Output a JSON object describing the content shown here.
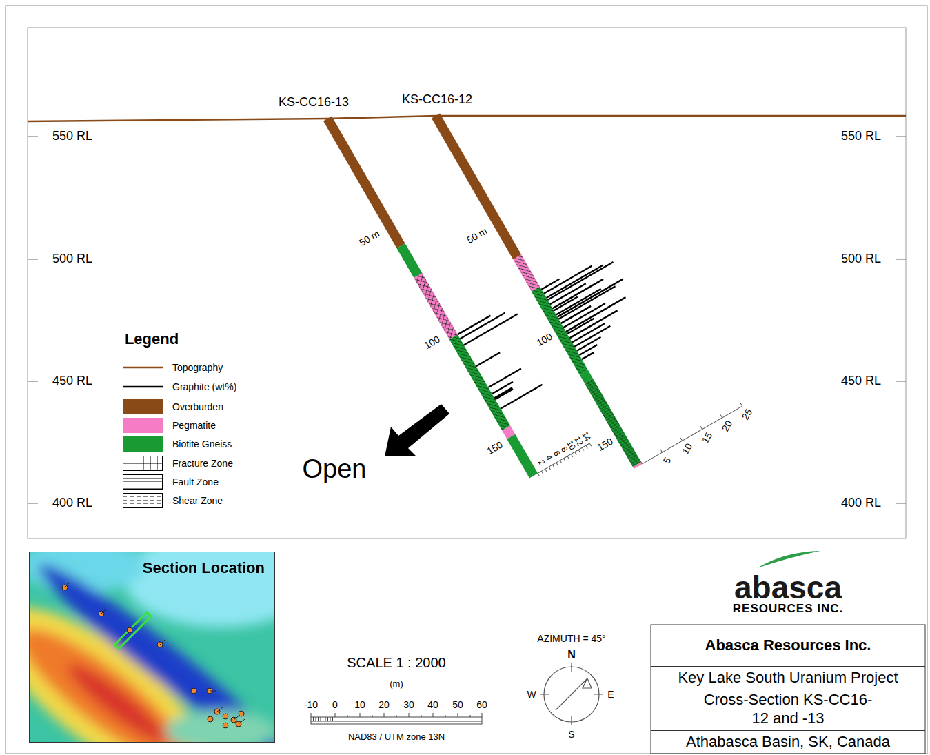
{
  "diagram": {
    "nodes": [
      {
        "text": [
          "Section Location"
        ]
      },
      {
        "text": [
          "Abasca Resources Inc."
        ]
      },
      {
        "text": [
          "Key Lake South Uranium Project"
        ]
      },
      {
        "text": [
          "Cross-Section KS-CC16-12 and -13"
        ]
      },
      {
        "text": [
          "Athabasca Basin, SK, Canada"
        ]
      }
    ],
    "labels": [
      "KS-CC16-13",
      "KS-CC16-12",
      "550 RL",
      "500 RL",
      "450 RL",
      "400 RL",
      "550 RL",
      "500 RL",
      "450 RL",
      "400 RL",
      "50 m",
      "100",
      "150",
      "50 m",
      "100",
      "150",
      "2",
      "4",
      "6",
      "8",
      "10",
      "12",
      "14",
      "5",
      "10",
      "15",
      "20",
      "25",
      "Open",
      "Legend",
      "SCALE 1 : 2000",
      "(m)",
      "-10",
      "0",
      "10",
      "20",
      "30",
      "40",
      "50",
      "60",
      "NAD83 / UTM zone 13N",
      "AZIMUTH = 45°",
      "N",
      "W",
      "E",
      "S",
      "abasca",
      "RESOURCES INC."
    ],
    "legend": [
      {
        "text": "Topography"
      },
      {
        "text": "Graphite (wt%)"
      },
      {
        "text": "Overburden",
        "color": "#8a4a17"
      },
      {
        "text": "Pegmatite",
        "color": "#f77cc6"
      },
      {
        "text": "Biotite Gneiss",
        "color": "#1a9a32"
      },
      {
        "text": "Fracture Zone"
      },
      {
        "text": "Fault Zone"
      },
      {
        "text": "Shear Zone"
      }
    ]
  }
}
